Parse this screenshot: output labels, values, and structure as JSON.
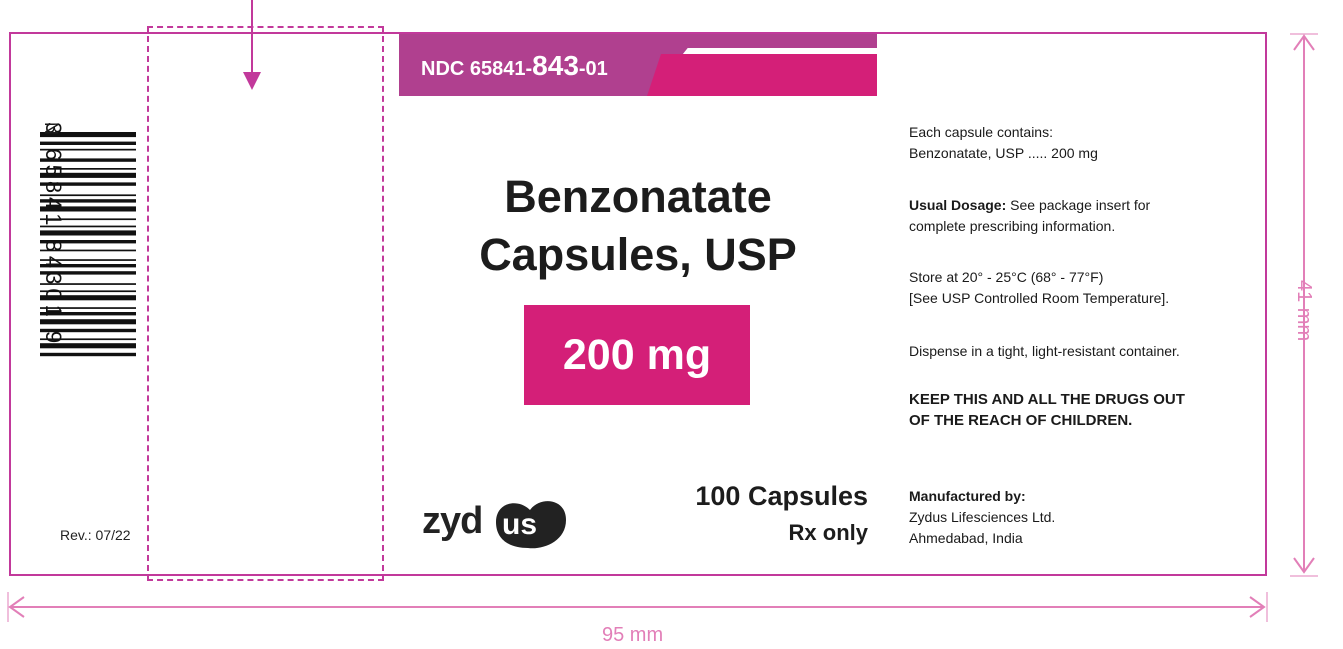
{
  "ndc": {
    "prefix": "NDC 65841-",
    "product": "843",
    "suffix": "-01"
  },
  "product": {
    "title_line1": "Benzonatate",
    "title_line2": "Capsules, USP",
    "strength": "200 mg",
    "count": "100 Capsules",
    "rx": "Rx only"
  },
  "logo": {
    "text": "zyd",
    "badge": "us"
  },
  "barcode": {
    "digits": "3 65841 84301 9",
    "n_mark": "N"
  },
  "revision": "Rev.: 07/22",
  "info": {
    "contains_heading": "Each capsule contains:",
    "contains_detail": "Benzonatate, USP ..... 200 mg",
    "dosage_label": "Usual Dosage:",
    "dosage_text": " See package insert for",
    "dosage_text2": "complete prescribing information.",
    "store_line1": "Store at 20° - 25°C (68° - 77°F)",
    "store_line2": "[See USP Controlled Room Temperature].",
    "dispense": "Dispense in a tight, light-resistant container.",
    "warning_line1": "KEEP THIS AND ALL THE DRUGS OUT",
    "warning_line2": "OF THE REACH OF CHILDREN.",
    "manufacturer_label": "Manufactured by:",
    "manufacturer_name": "Zydus Lifesciences Ltd.",
    "manufacturer_city": "Ahmedabad, India"
  },
  "dimensions": {
    "height": "41 mm",
    "width": "95 mm"
  },
  "colors": {
    "magenta": "#d41f78",
    "banner_purple": "#b0408f",
    "dimension_pink": "#e27fb8"
  }
}
